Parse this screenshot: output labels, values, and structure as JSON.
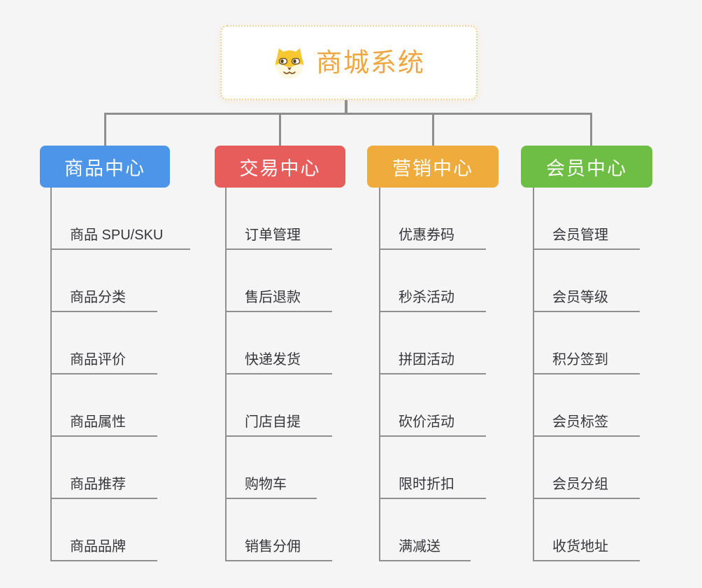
{
  "root": {
    "label": "商城系统",
    "icon": "shiba-dog-icon",
    "text_color": "#EFA640",
    "border_color": "#F6CF92"
  },
  "connector_color": "#8E8E8E",
  "canvas_background": "#F5F5F5",
  "branches": [
    {
      "label": "商品中心",
      "color": "#4D95E8",
      "items": [
        "商品 SPU/SKU",
        "商品分类",
        "商品评价",
        "商品属性",
        "商品推荐",
        "商品品牌"
      ]
    },
    {
      "label": "交易中心",
      "color": "#E65D5C",
      "items": [
        "订单管理",
        "售后退款",
        "快递发货",
        "门店自提",
        "购物车",
        "销售分佣"
      ]
    },
    {
      "label": "营销中心",
      "color": "#EFAC3C",
      "items": [
        "优惠券码",
        "秒杀活动",
        "拼团活动",
        "砍价活动",
        "限时折扣",
        "满减送"
      ]
    },
    {
      "label": "会员中心",
      "color": "#6EBE45",
      "items": [
        "会员管理",
        "会员等级",
        "积分签到",
        "会员标签",
        "会员分组",
        "收货地址"
      ]
    }
  ]
}
